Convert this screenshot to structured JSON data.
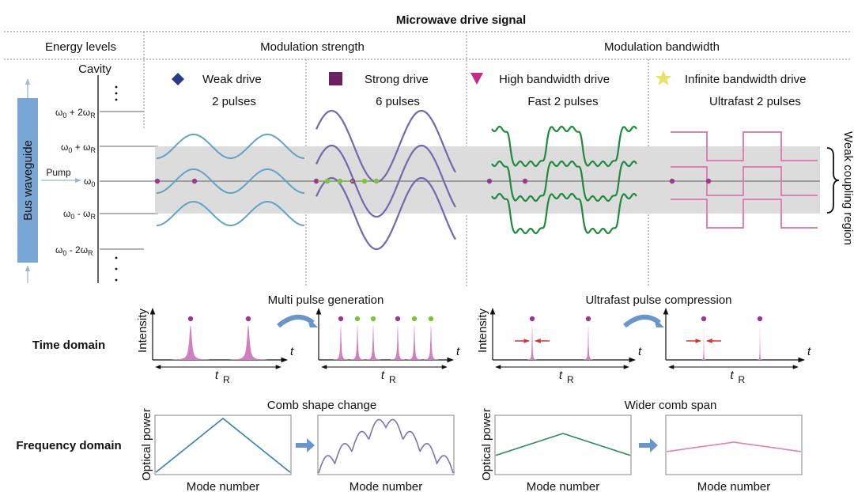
{
  "title": "Microwave drive signal",
  "headers": {
    "energy_levels": "Energy levels",
    "modulation_strength": "Modulation strength",
    "modulation_bandwidth": "Modulation bandwidth"
  },
  "energy": {
    "cavity": "Cavity",
    "bus_waveguide": "Bus waveguide",
    "pump": "Pump",
    "levels": [
      "ω₀ + 2ω_R",
      "ω₀ + ω_R",
      "ω₀",
      "ω₀ - ω_R",
      "ω₀ - 2ω_R"
    ],
    "weak_coupling_region": "Weak coupling region"
  },
  "drives": [
    {
      "name": "Weak drive",
      "pulses": "2 pulses",
      "marker": "diamond",
      "color": "#2b3a86",
      "wave_color": "#5fa3c9"
    },
    {
      "name": "Strong drive",
      "pulses": "6 pulses",
      "marker": "square",
      "color": "#6b2063",
      "wave_color": "#7466b0"
    },
    {
      "name": "High bandwidth drive",
      "pulses": "Fast 2 pulses",
      "marker": "triangle-down",
      "color": "#bf2f86",
      "wave_color": "#1e8a3c"
    },
    {
      "name": "Infinite bandwidth drive",
      "pulses": "Ultrafast 2 pulses",
      "marker": "star",
      "color": "#e8e16a",
      "wave_color": "#e07fb4"
    }
  ],
  "time_domain": {
    "row_label": "Time domain",
    "left_title": "Multi pulse generation",
    "right_title": "Ultrafast pulse compression",
    "ylabel": "Intensity",
    "t_label": "t",
    "period_label": "t",
    "period_sub": "R"
  },
  "frequency_domain": {
    "row_label": "Frequency domain",
    "left_title": "Comb shape change",
    "right_title": "Wider comb span",
    "ylabel": "Optical power",
    "xlabel": "Mode number"
  },
  "colors": {
    "pulse_fill": "#cf7fbf",
    "dot_magenta": "#9a3a8e",
    "dot_green": "#7ec23a",
    "band_gray": "#dcdcdc",
    "arrow_blue": "#6a95c9",
    "waveguide_blue": "#7aa6d6",
    "red_arrow": "#e03030",
    "comb_blue": "#2f7fb6",
    "comb_purple": "#8070b4",
    "comb_green": "#2e8b57",
    "comb_pink": "#e07fb4"
  }
}
